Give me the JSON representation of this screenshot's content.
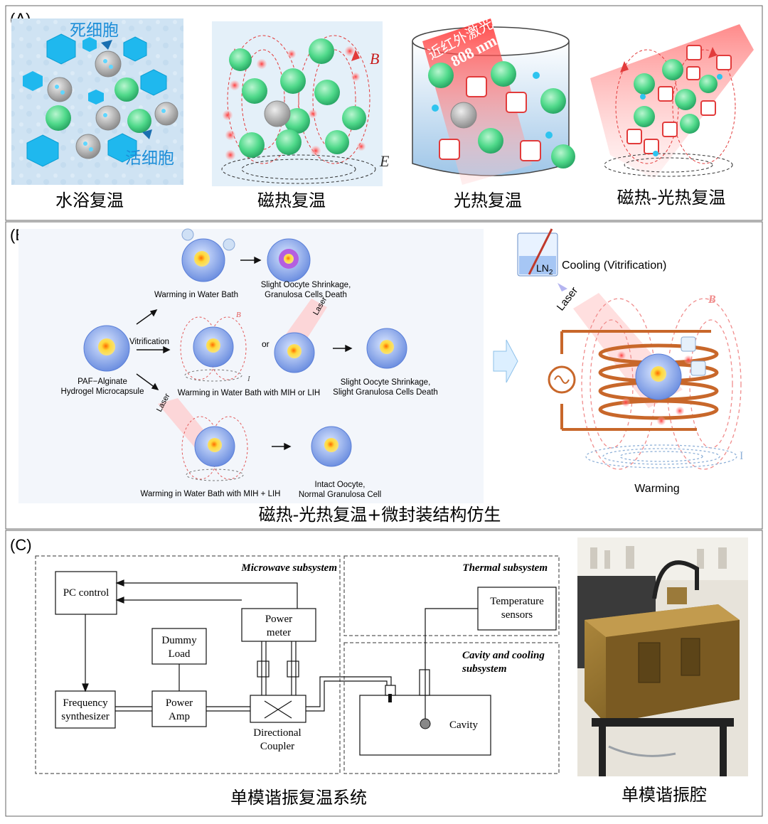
{
  "panel_a": {
    "label": "(A)",
    "captions": [
      "水浴复温",
      "磁热复温",
      "光热复温",
      "磁热-光热复温"
    ],
    "dead_cell": "死细胞",
    "live_cell": "活细胞",
    "laser_label": "近红外激光",
    "laser_wavelength": "808 nm",
    "field_b": "B",
    "field_e": "E"
  },
  "panel_b": {
    "label": "(B)",
    "capsule_label_1": "PAF−Alginate",
    "capsule_label_2": "Hydrogel Microcapsule",
    "vitrification": "Vitrification",
    "or": "or",
    "laser": "Laser",
    "warming_water": "Warming in Water Bath",
    "result_1_line1": "Slight Oocyte Shrinkage,",
    "result_1_line2": "Granulosa Cells Death",
    "warming_mih_or_lih": "Warming in Water Bath with MIH or LIH",
    "result_2_line1": "Slight Oocyte Shrinkage,",
    "result_2_line2": "Slight Granulosa Cells Death",
    "warming_mih_lih": "Warming in Water Bath with MIH + LIH",
    "result_3_line1": "Intact Oocyte,",
    "result_3_line2": "Normal Granulosa Cell",
    "ln2": "LN",
    "ln2_sub": "2",
    "cooling": "Cooling (Vitrification)",
    "warming": "Warming",
    "b_field": "B",
    "i_field": "I",
    "caption": "磁热-光热复温+微封装结构仿生"
  },
  "panel_c": {
    "label": "(C)",
    "microwave_subsystem": "Microwave subsystem",
    "thermal_subsystem": "Thermal subsystem",
    "cavity_cooling_1": "Cavity and cooling",
    "cavity_cooling_2": "subsystem",
    "pc_control": "PC control",
    "power_meter_1": "Power",
    "power_meter_2": "meter",
    "dummy_load_1": "Dummy",
    "dummy_load_2": "Load",
    "freq_synth_1": "Frequency",
    "freq_synth_2": "synthesizer",
    "power_amp_1": "Power",
    "power_amp_2": "Amp",
    "dir_coupler_1": "Directional",
    "dir_coupler_2": "Coupler",
    "temp_sensors_1": "Temperature",
    "temp_sensors_2": "sensors",
    "cavity": "Cavity",
    "caption_left": "单模谐振复温系统",
    "caption_right": "单模谐振腔"
  },
  "colors": {
    "ice": "#2ec4ef",
    "live_cell": "#4fd98a",
    "dead_cell": "#b9b9b9",
    "field_red": "#e23b3b",
    "coil": "#c8672a",
    "panel_border": "#555555"
  }
}
